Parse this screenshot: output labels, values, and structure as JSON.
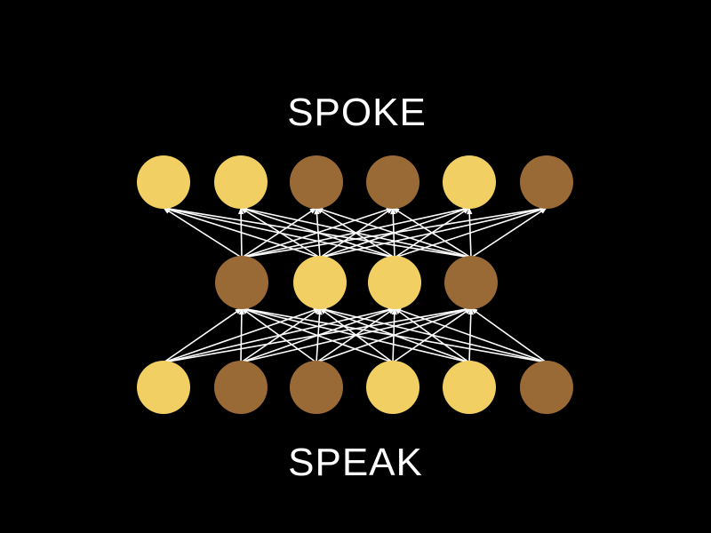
{
  "labels": {
    "output_word": "SPOKE",
    "input_word": "SPEAK"
  },
  "colors": {
    "background": "#000000",
    "text": "#ffffff",
    "edge": "#ffffff",
    "node_light": "#f2cf62",
    "node_dark": "#9a6a36"
  },
  "network": {
    "layers": [
      {
        "name": "output",
        "states": [
          "light",
          "light",
          "dark",
          "dark",
          "light",
          "dark"
        ]
      },
      {
        "name": "hidden",
        "states": [
          "dark",
          "light",
          "light",
          "dark"
        ]
      },
      {
        "name": "input",
        "states": [
          "light",
          "dark",
          "dark",
          "light",
          "light",
          "dark"
        ]
      }
    ],
    "connections": "all-to-all-between-adjacent-layers",
    "edge_direction": "upward"
  }
}
